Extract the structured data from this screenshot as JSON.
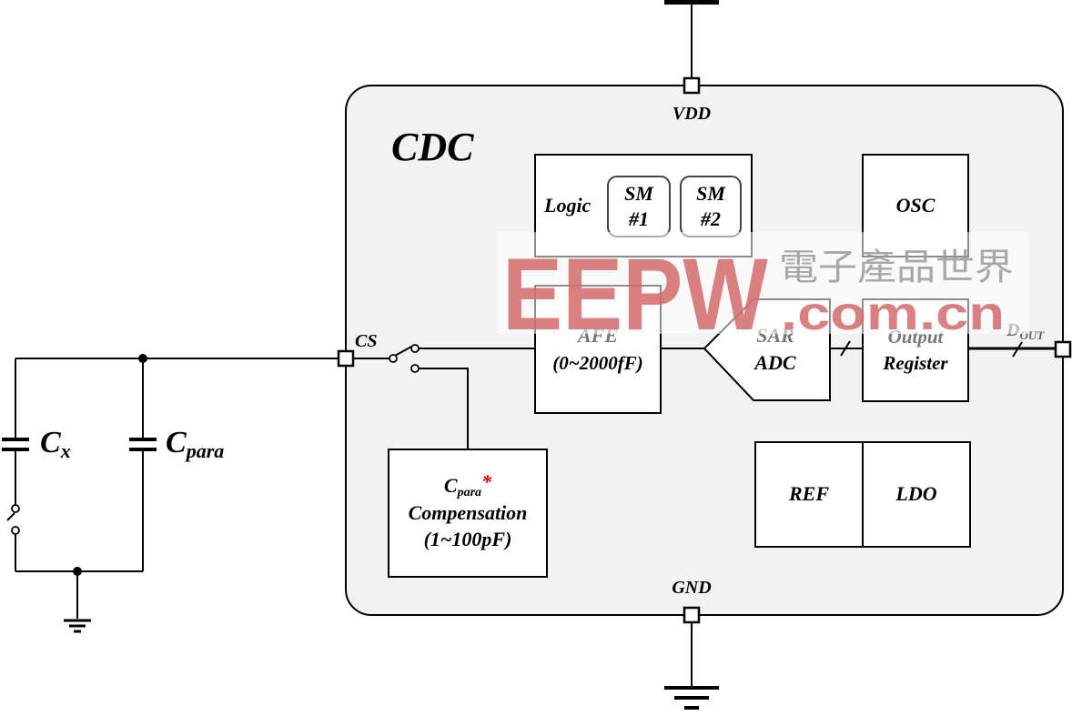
{
  "chip": {
    "title": "CDC"
  },
  "pins": {
    "vdd": "VDD",
    "gnd": "GND",
    "cs": "CS"
  },
  "logic": {
    "label": "Logic",
    "sm1": [
      "SM",
      "#1"
    ],
    "sm2": [
      "SM",
      "#2"
    ]
  },
  "osc": {
    "label": "OSC"
  },
  "afe": {
    "title": "AFE",
    "range": "(0~2000fF)"
  },
  "adc": {
    "line1": "SAR",
    "line2": "ADC"
  },
  "output_register": {
    "line1": "Output",
    "line2": "Register"
  },
  "dout": {
    "base": "D",
    "sub": "OUT"
  },
  "ref": {
    "label": "REF"
  },
  "ldo": {
    "label": "LDO"
  },
  "compensation": {
    "c_base": "C",
    "c_sub": "para",
    "star": "*",
    "line2": "Compensation",
    "line3": "(1~100pF)"
  },
  "external": {
    "cx_base": "C",
    "cx_sub": "x",
    "cpara_base": "C",
    "cpara_sub": "para"
  },
  "watermark": {
    "logo": "EEPW",
    "chinese": "電子產品世界",
    "domain": ".com.cn"
  },
  "colors": {
    "chip_fill": "#f2f2f2",
    "watermark_red": "#d46a6a",
    "star_red": "#e00000"
  }
}
